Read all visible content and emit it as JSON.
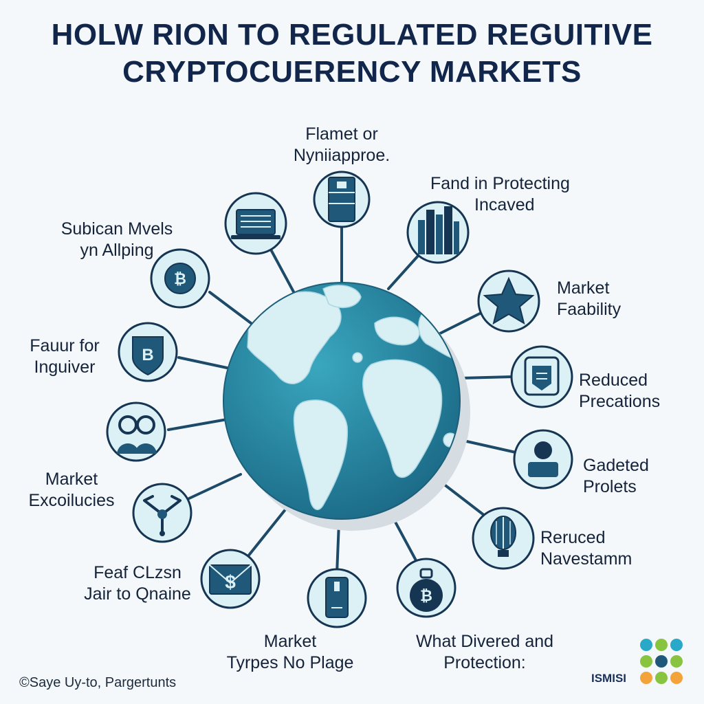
{
  "title": {
    "line1": "HOLW RION TO REGULATED REGUITIVE",
    "line2": "CRYPTOCUERENCY MARKETS"
  },
  "nodes": [
    {
      "icon": "ledger-block-icon",
      "line1": "Flamet or",
      "line2": "Nyniiapproe."
    },
    {
      "icon": "city-skyline-icon",
      "line1": "Fand in Protecting",
      "line2": "Incaved"
    },
    {
      "icon": "star-icon",
      "line1": "Market",
      "line2": "Faability"
    },
    {
      "icon": "shield-document-icon",
      "line1": "Reduced",
      "line2": "Precations"
    },
    {
      "icon": "user-avatar-icon",
      "line1": "Gadeted",
      "line2": "Prolets"
    },
    {
      "icon": "lightbulb-icon",
      "line1": "Reruced",
      "line2": "Navestamm"
    },
    {
      "icon": "bitcoin-bag-icon",
      "line1": "What Divered and",
      "line2": "Protection:"
    },
    {
      "icon": "usb-key-icon",
      "line1": "Market",
      "line2": "Tyrpes No Plage"
    },
    {
      "icon": "dollar-envelope-icon",
      "line1": "Feaf CLzsn",
      "line2": "Jair to Qnaine"
    },
    {
      "icon": "network-nodes-icon",
      "line1": "Market",
      "line2": "Excoilucies"
    },
    {
      "icon": "users-group-icon",
      "line1": "",
      "line2": ""
    },
    {
      "icon": "bitcoin-shield-icon",
      "line1": "Fauur for",
      "line2": "Inguiver"
    },
    {
      "icon": "bitcoin-coin-icon",
      "line1": "Subican Mvels",
      "line2": "yn Allping"
    },
    {
      "icon": "laptop-icon",
      "line1": "",
      "line2": ""
    }
  ],
  "footer": "©Saye Uy-to, Pargertunts",
  "brand": {
    "text": "ISMISI",
    "logo": "colorful-logo-icon"
  },
  "colors": {
    "ocean": "#2b8ea6",
    "ocean_dark": "#1d6c86",
    "land": "#d8f0f4",
    "icon_fill": "#dcf1f5",
    "icon_stroke": "#163552",
    "icon_dark": "#1f5878"
  }
}
